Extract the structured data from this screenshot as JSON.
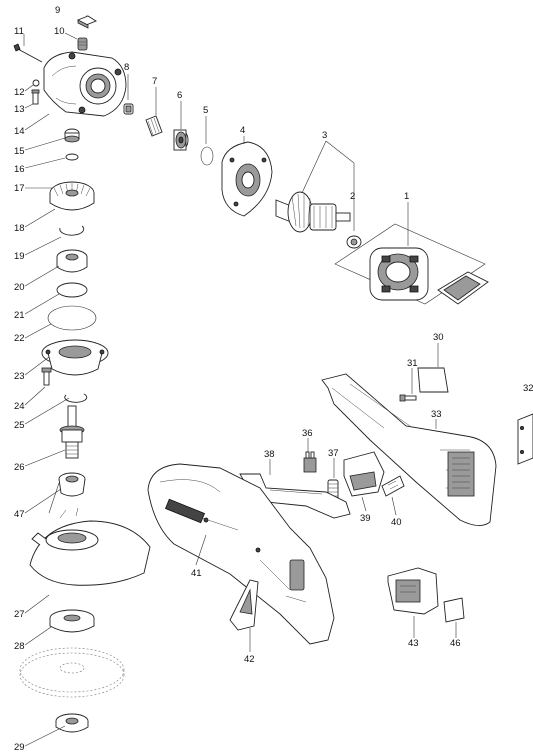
{
  "diagram": {
    "callouts": [
      "1",
      "2",
      "3",
      "4",
      "5",
      "6",
      "7",
      "8",
      "9",
      "10",
      "11",
      "12",
      "13",
      "14",
      "15",
      "16",
      "17",
      "18",
      "19",
      "20",
      "21",
      "22",
      "23",
      "24",
      "25",
      "26",
      "27",
      "28",
      "29",
      "30",
      "31",
      "32",
      "33",
      "36",
      "37",
      "38",
      "39",
      "40",
      "41",
      "42",
      "43",
      "46",
      "47"
    ]
  }
}
